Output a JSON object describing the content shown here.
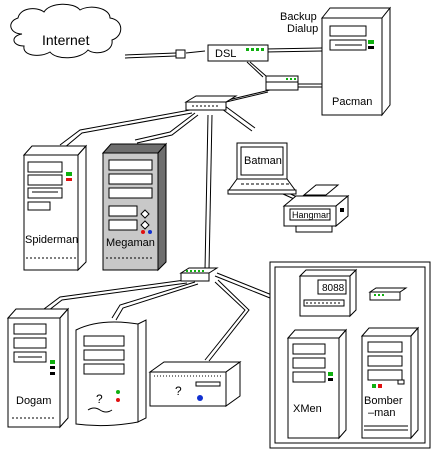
{
  "labels": {
    "internet": "Internet",
    "backup": "Backup",
    "dialup": "Dialup",
    "dsl": "DSL",
    "pacman": "Pacman",
    "batman": "Batman",
    "hangman": "Hangman",
    "spiderman": "Spiderman",
    "megaman": "Megaman",
    "dogam": "Dogam",
    "unknown_tower": "?",
    "unknown_desktop": "?",
    "box_8088": "8088",
    "xmen": "XMen",
    "bomber_1": "Bomber",
    "bomber_2": "–man"
  },
  "colors": {
    "line": "#000000",
    "fill": "#ffffff",
    "megaman_body": "#c8c8c8",
    "megaman_dark": "#6e6e6e",
    "led_green": "#10b010",
    "led_red": "#e01010",
    "led_blue": "#1030d0"
  }
}
